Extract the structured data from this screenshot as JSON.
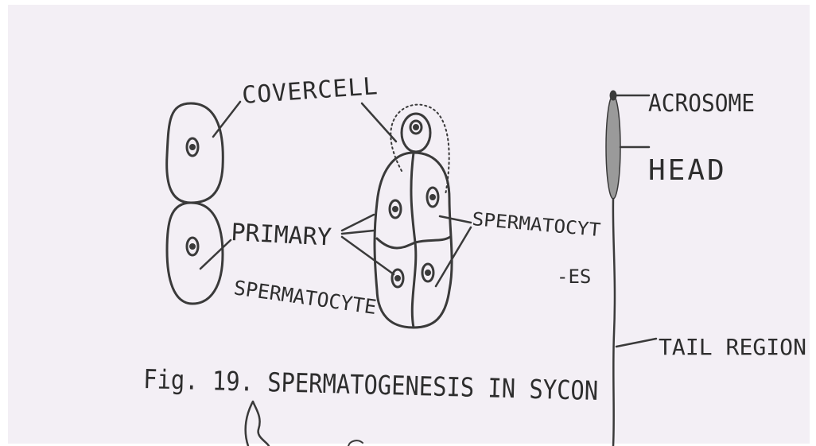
{
  "colors": {
    "paper": "#f3eff5",
    "ink": "#3a3a3a"
  },
  "labels": {
    "covercell": "COVERCELL",
    "primary": "PRIMARY",
    "spermatocyte": "SPERMATOCYTE",
    "spermatocyt": "SPERMATOCYT",
    "es": "-ES",
    "acrosome": "ACROSOME",
    "head": "HEAD",
    "tail_region": "TAIL REGION",
    "caption": "Fig. 19.  SPERMATOGENESIS IN SYCON"
  }
}
